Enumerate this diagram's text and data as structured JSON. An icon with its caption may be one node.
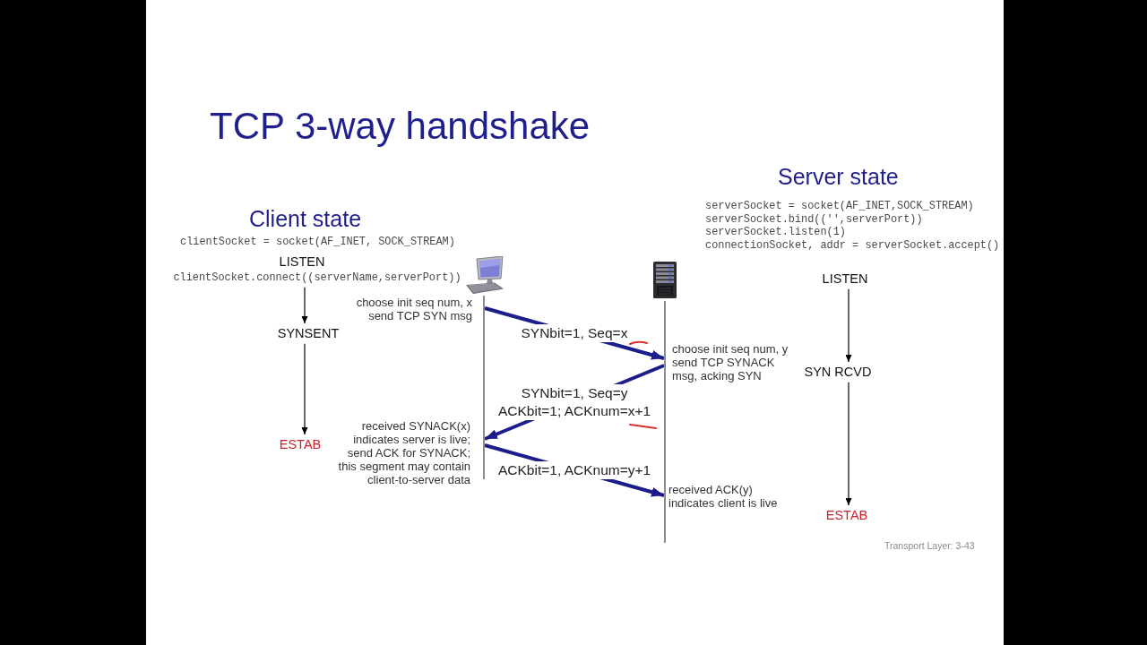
{
  "diagram": {
    "title": "TCP 3-way handshake",
    "nodes": [
      {
        "text": [
          "LISTEN"
        ]
      },
      {
        "text": [
          "clientSocket.connect((serverName,serverPort))"
        ]
      },
      {
        "text": [
          "SYNSENT"
        ]
      },
      {
        "text": [
          "ESTAB"
        ]
      },
      {
        "text": [],
        "shape": "bar"
      },
      {
        "text": [],
        "shape": "bar"
      },
      {
        "text": [
          "LISTEN"
        ]
      },
      {
        "text": [
          "SYN RCVD"
        ]
      },
      {
        "text": [
          "ESTAB"
        ]
      }
    ],
    "edges": [
      {
        "from": 1,
        "to": 2,
        "arrow": "to"
      },
      {
        "from": 2,
        "to": 3,
        "arrow": "to"
      },
      {
        "from": 4,
        "to": 5,
        "arrow": "to",
        "label": "SYNbit=1, Seq=x",
        "style": "thick",
        "color": "#1c1c8a"
      },
      {
        "from": 5,
        "to": 4,
        "arrow": "to",
        "label": "SYNbit=1, Seq=y ACKbit=1; ACKnum=x+1",
        "style": "thick",
        "color": "#1c1c8a"
      },
      {
        "from": 4,
        "to": 5,
        "arrow": "to",
        "label": "ACKbit=1, ACKnum=y+1",
        "style": "thick",
        "color": "#1c1c8a"
      },
      {
        "from": 6,
        "to": 7,
        "arrow": "to"
      },
      {
        "from": 7,
        "to": 8,
        "arrow": "to"
      }
    ],
    "labels": [
      "Server state",
      "serverSocket = socket(AF_INET,SOCK_STREAM)",
      "serverSocket.bind(('',serverPort))",
      "serverSocket.listen(1)",
      "connectionSocket, addr = serverSocket.accept()",
      "Client state",
      "clientSocket = socket(AF_INET, SOCK_STREAM)",
      "choose init seq num, x send TCP SYN msg",
      "choose init seq num, y send TCP SYNACK msg, acking SYN",
      "received SYNACK(x) indicates server is live; send ACK for SYNACK; this segment may contain client-to-server data",
      "received ACK(y) indicates client is live",
      "Transport Layer: 3-43"
    ]
  }
}
